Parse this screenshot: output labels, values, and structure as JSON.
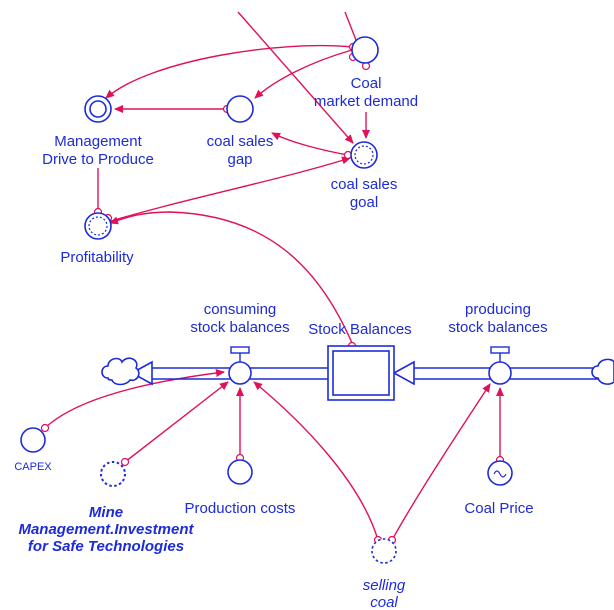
{
  "colors": {
    "node": "#1d2bd8",
    "link": "#e0105c",
    "background": "#ffffff"
  },
  "nodes": {
    "coal_market_demand": [
      "Coal",
      "market demand"
    ],
    "management_drive": [
      "Management",
      "Drive to Produce"
    ],
    "coal_sales_gap": [
      "coal sales",
      "gap"
    ],
    "coal_sales_goal": [
      "coal sales",
      "goal"
    ],
    "profitability": "Profitability",
    "consuming_flow": [
      "consuming",
      "stock balances"
    ],
    "stock_balances": "Stock Balances",
    "producing_flow": [
      "producing",
      "stock balances"
    ],
    "capex": "CAPEX",
    "mine_management": [
      "Mine",
      "Management.Investment",
      "for Safe Technologies"
    ],
    "production_costs": "Production costs",
    "coal_price": "Coal Price",
    "selling_coal": [
      "selling",
      "coal"
    ]
  }
}
